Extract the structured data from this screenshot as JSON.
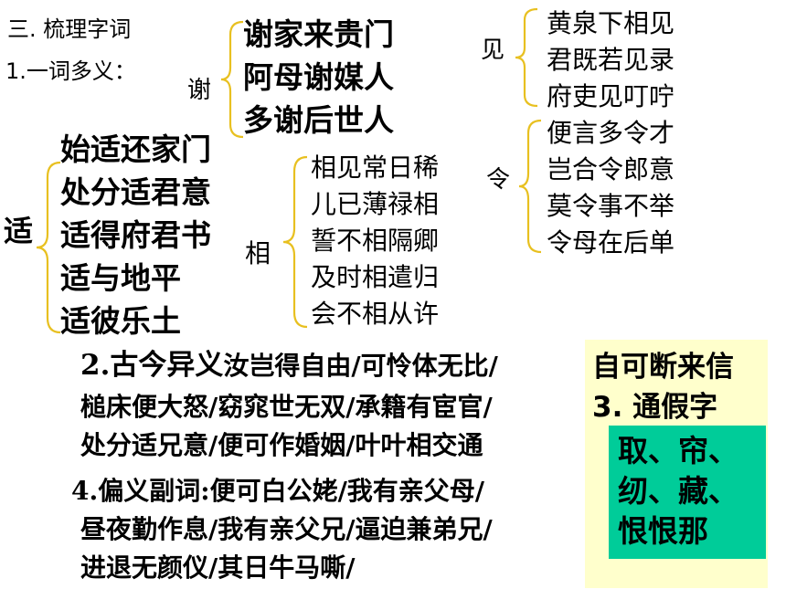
{
  "heading": "三. 梳理字词",
  "section1": {
    "label": "1.一词多义："
  },
  "xie": {
    "char": "谢",
    "items": [
      "谢家来贵门",
      "阿母谢媒人",
      "多谢后世人"
    ]
  },
  "jian": {
    "char": "见",
    "items": [
      "黄泉下相见",
      "君既若见录",
      "府吏见叮咛"
    ]
  },
  "ling": {
    "char": "令",
    "items": [
      "便言多令才",
      "岂合令郎意",
      "莫令事不举",
      "令母在后单"
    ]
  },
  "shi": {
    "char": "适",
    "items": [
      "始适还家门",
      "处分适君意",
      "适得府君书",
      "适与地平",
      "适彼乐土"
    ]
  },
  "xiang": {
    "char": "相",
    "items": [
      "相见常日稀",
      "儿已薄禄相",
      "誓不相隔卿",
      "及时相遣归",
      "会不相从许"
    ]
  },
  "section2": {
    "label": "2.古今异义",
    "lines": [
      "汝岂得自由/可怜体无比/",
      "槌床便大怒/窈窕世无双/承籍有宦官/",
      "处分适兄意/便可作婚姻/叶叶相交通"
    ]
  },
  "yellow_box": {
    "line1": "自可断来信",
    "line2": "3. 通假字"
  },
  "green_box": {
    "line1": "取、帘、",
    "line2": "纫、藏、",
    "line3": "恨恨那"
  },
  "section4": {
    "label": "4.偏义副词:",
    "lines": [
      "便可白公姥/我有亲父母/",
      "昼夜勤作息/我有亲父兄/逼迫兼弟兄/",
      "进退无颜仪/其日牛马嘶/"
    ]
  },
  "colors": {
    "brace": "#e8c020",
    "yellow_box": "#ffffcc",
    "green_box": "#00cc99"
  }
}
